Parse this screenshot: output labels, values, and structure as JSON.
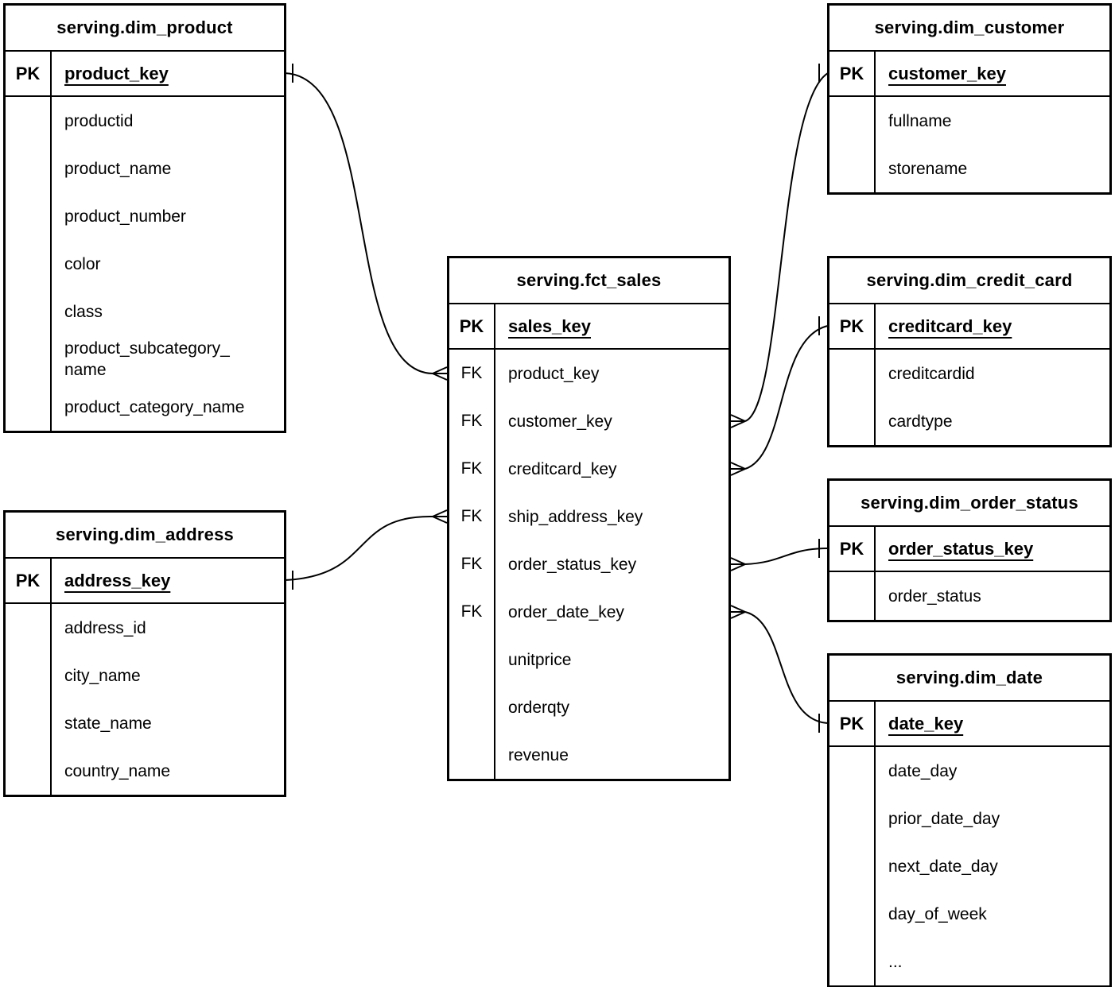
{
  "diagram_type": "entity-relationship",
  "colors": {
    "background": "#ffffff",
    "line": "#000000",
    "text": "#000000"
  },
  "notation": {
    "one_marker": "single tick",
    "many_marker": "crow's foot"
  },
  "tables": {
    "dim_product": {
      "title": "serving.dim_product",
      "pk": {
        "label": "PK",
        "field": "product_key"
      },
      "fields": [
        {
          "key": "",
          "name": "productid"
        },
        {
          "key": "",
          "name": "product_name"
        },
        {
          "key": "",
          "name": "product_number"
        },
        {
          "key": "",
          "name": "color"
        },
        {
          "key": "",
          "name": "class"
        },
        {
          "key": "",
          "name": "product_subcategory_\nname"
        },
        {
          "key": "",
          "name": "product_category_name"
        }
      ]
    },
    "dim_customer": {
      "title": "serving.dim_customer",
      "pk": {
        "label": "PK",
        "field": "customer_key"
      },
      "fields": [
        {
          "key": "",
          "name": "fullname"
        },
        {
          "key": "",
          "name": "storename"
        }
      ]
    },
    "fct_sales": {
      "title": "serving.fct_sales",
      "pk": {
        "label": "PK",
        "field": "sales_key"
      },
      "fields": [
        {
          "key": "FK",
          "name": "product_key"
        },
        {
          "key": "FK",
          "name": "customer_key"
        },
        {
          "key": "FK",
          "name": "creditcard_key"
        },
        {
          "key": "FK",
          "name": "ship_address_key"
        },
        {
          "key": "FK",
          "name": "order_status_key"
        },
        {
          "key": "FK",
          "name": "order_date_key"
        },
        {
          "key": "",
          "name": "unitprice"
        },
        {
          "key": "",
          "name": "orderqty"
        },
        {
          "key": "",
          "name": "revenue"
        }
      ]
    },
    "dim_credit_card": {
      "title": "serving.dim_credit_card",
      "pk": {
        "label": "PK",
        "field": "creditcard_key"
      },
      "fields": [
        {
          "key": "",
          "name": "creditcardid"
        },
        {
          "key": "",
          "name": "cardtype"
        }
      ]
    },
    "dim_order_status": {
      "title": "serving.dim_order_status",
      "pk": {
        "label": "PK",
        "field": "order_status_key"
      },
      "fields": [
        {
          "key": "",
          "name": "order_status"
        }
      ]
    },
    "dim_date": {
      "title": "serving.dim_date",
      "pk": {
        "label": "PK",
        "field": "date_key"
      },
      "fields": [
        {
          "key": "",
          "name": "date_day"
        },
        {
          "key": "",
          "name": "prior_date_day"
        },
        {
          "key": "",
          "name": "next_date_day"
        },
        {
          "key": "",
          "name": "day_of_week"
        },
        {
          "key": "",
          "name": "..."
        }
      ]
    },
    "dim_address": {
      "title": "serving.dim_address",
      "pk": {
        "label": "PK",
        "field": "address_key"
      },
      "fields": [
        {
          "key": "",
          "name": "address_id"
        },
        {
          "key": "",
          "name": "city_name"
        },
        {
          "key": "",
          "name": "state_name"
        },
        {
          "key": "",
          "name": "country_name"
        }
      ]
    }
  },
  "relationships": [
    {
      "many_end": "serving.fct_sales.product_key",
      "one_end": "serving.dim_product.product_key"
    },
    {
      "many_end": "serving.fct_sales.customer_key",
      "one_end": "serving.dim_customer.customer_key"
    },
    {
      "many_end": "serving.fct_sales.creditcard_key",
      "one_end": "serving.dim_credit_card.creditcard_key"
    },
    {
      "many_end": "serving.fct_sales.ship_address_key",
      "one_end": "serving.dim_address.address_key"
    },
    {
      "many_end": "serving.fct_sales.order_status_key",
      "one_end": "serving.dim_order_status.order_status_key"
    },
    {
      "many_end": "serving.fct_sales.order_date_key",
      "one_end": "serving.dim_date.date_key"
    }
  ]
}
